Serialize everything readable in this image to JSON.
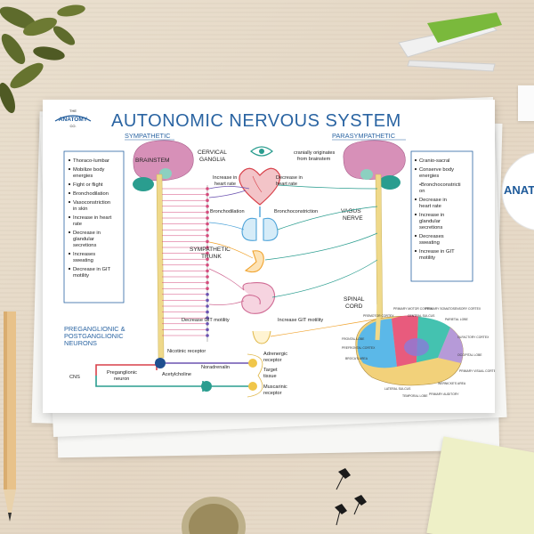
{
  "brand": {
    "top": "THE",
    "name": "ANATOMY",
    "sub": "CO."
  },
  "title": "AUTONOMIC NERVOUS SYSTEM",
  "left_header": "SYMPATHETIC",
  "right_header": "PARASYMPATHETIC",
  "sympathetic_list": [
    "Thoraco-lumbar",
    "Mobilize body",
    "energies",
    "Fight or flight",
    "Bronchodilation",
    "Vasoconstriction",
    "in skin",
    "Increase in heart",
    "rate",
    "Decrease in",
    "glandular",
    "secretions",
    "Increases",
    "sweating",
    "Decrease in GIT",
    "motility"
  ],
  "parasympathetic_list": [
    "Cranio-sacral",
    "Conserve body",
    "energies",
    "•Bronchoconstricti",
    "on",
    "Decrease in",
    "heart rate",
    "Increase in",
    "glandular",
    "secretions",
    "Decreases",
    "sweating",
    "Increase in GIT",
    "motility"
  ],
  "labels": {
    "brainstem": "BRAINSTEM",
    "cervical": "CERVICAL",
    "ganglia": "GANGLIA",
    "cranially": "cranially originates",
    "from_brainstem": "from brainstem",
    "inc_heart_1": "Increase in",
    "inc_heart_2": "heart rate",
    "dec_heart_1": "Decrease in",
    "dec_heart_2": "heart rate",
    "bronchodilation": "Bronchodilation",
    "bronchoconstriction": "Bronchoconstriction",
    "vagus": "VAGUS",
    "nerve": "NERVE",
    "symp_trunk_1": "SYMPATHETIC",
    "symp_trunk_2": "TRUNK",
    "spinal": "SPINAL",
    "cord": "CORD",
    "dec_git": "Decrease GIT motility",
    "inc_git": "Increase GIT motility",
    "pre_post_1": "PREGANGLIONIC &",
    "pre_post_2": "POSTGANGLIONIC",
    "pre_post_3": "NEURONS",
    "cns": "CNS",
    "nicotinic": "Nicotinic receptor",
    "preganglionic_1": "Preganglionic",
    "preganglionic_2": "neuron",
    "noradrenalin": "Noradrenalin",
    "acetylcholine": "Acetylcholine",
    "adrenergic_1": "Adrenergic",
    "adrenergic_2": "receptor",
    "target_1": "Target",
    "target_2": "tissue",
    "muscarinic_1": "Muscarinic",
    "muscarinic_2": "receptor"
  },
  "brain_areas": [
    "PREMOTOR CORTEX",
    "PRIMARY MOTOR CORTEX",
    "CENTRAL SULCUS",
    "PRIMARY SOMATOSENSORY CORTEX",
    "PARIETAL LOBE",
    "FRONTAL LOBE",
    "PREFRONTAL CORTEX",
    "BROCA'S AREA",
    "OLFACTORY CORTEX",
    "OCCIPITAL LOBE",
    "PRIMARY VISUAL CORTEX",
    "LATERAL SULCUS",
    "TEMPORAL LOBE",
    "WERNICKE'S AREA",
    "PRIMARY AUDITORY"
  ],
  "side_card": "ANATOMY",
  "colors": {
    "title_blue": "#2a64a2",
    "spine": "#efd98a",
    "brain_pink": "#d790b8",
    "cerebellum_teal": "#2a9d8f",
    "heart_red": "#d8414a",
    "lung_blue": "#4da3d9",
    "post_red": "#e23b4a",
    "nerve_purple": "#6b52b0"
  }
}
